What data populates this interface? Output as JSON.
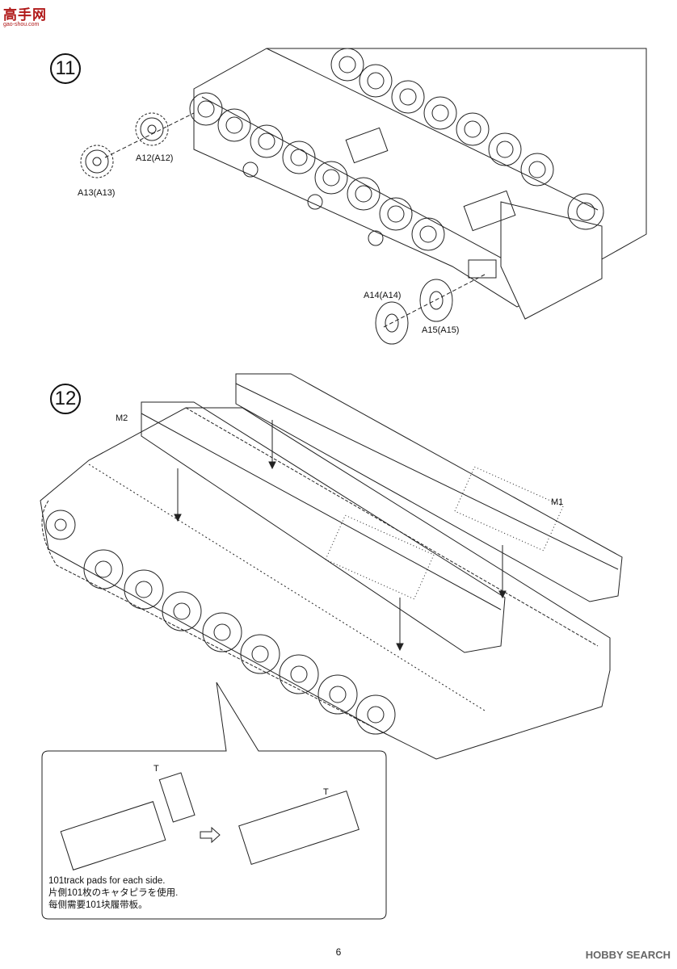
{
  "watermark": {
    "site": "高手网",
    "url": "gao-shou.com"
  },
  "steps": [
    {
      "number": "11",
      "parts": [
        "A12(A12)",
        "A13(A13)",
        "A14(A14)",
        "A15(A15)"
      ]
    },
    {
      "number": "12",
      "parts": [
        "M2",
        "M1"
      ]
    }
  ],
  "detail": {
    "marker": "T",
    "notes": [
      "101track pads for each side.",
      "片側101枚のキャタピラを使用.",
      "每侧需要101块履带板。"
    ]
  },
  "page_number": "6",
  "footer_logo": "HOBBY SEARCH"
}
